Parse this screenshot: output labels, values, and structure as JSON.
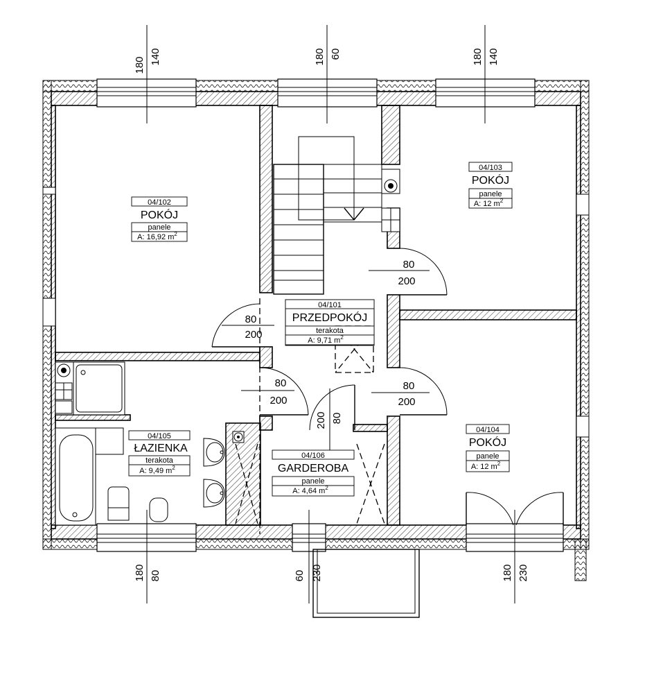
{
  "rooms": [
    {
      "code": "04/102",
      "name": "POKÓJ",
      "finish": "panele",
      "area": "A: 16,92 m",
      "sup": "2"
    },
    {
      "code": "04/103",
      "name": "POKÓJ",
      "finish": "panele",
      "area": "A: 12 m",
      "sup": "2"
    },
    {
      "code": "04/101",
      "name": "PRZEDPOKÓJ",
      "finish": "terakota",
      "area": "A: 9,71 m",
      "sup": "2"
    },
    {
      "code": "04/105",
      "name": "ŁAZIENKA",
      "finish": "terakota",
      "area": "A: 9,49 m",
      "sup": "2"
    },
    {
      "code": "04/106",
      "name": "GARDEROBA",
      "finish": "panele",
      "area": "A: 4,64 m",
      "sup": "2"
    },
    {
      "code": "04/104",
      "name": "POKÓJ",
      "finish": "panele",
      "area": "A: 12 m",
      "sup": "2"
    }
  ],
  "window_dims": {
    "w1_a": "180",
    "w1_b": "140",
    "w2_a": "180",
    "w2_b": "60",
    "w3_a": "180",
    "w3_b": "140",
    "w4_a": "180",
    "w4_b": "80",
    "w5_a": "60",
    "w5_b": "230",
    "w6_a": "180",
    "w6_b": "230"
  },
  "door_dims": {
    "d1_w": "80",
    "d1_h": "200",
    "d2_w": "80",
    "d2_h": "200",
    "d3_w": "80",
    "d3_h": "200",
    "d4_w": "80",
    "d4_h": "200",
    "d5_w": "80",
    "d5_h": "200"
  }
}
